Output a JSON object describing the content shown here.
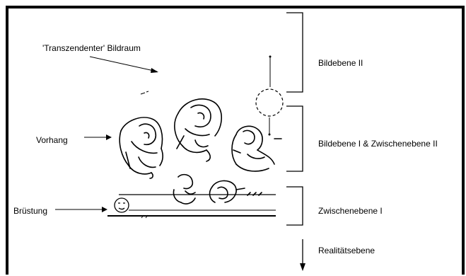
{
  "labels": {
    "transzendent": "'Transzendenter' Bildraum",
    "vorhang": "Vorhang",
    "bruestung": "Brüstung",
    "bildebene_2": "Bildebene II",
    "bildebene_1": "Bildebene I & Zwischenebene II",
    "zwischenebene_1": "Zwischenebene I",
    "realitaetsebene": "Realitätsebene"
  },
  "colors": {
    "line": "#000000",
    "background": "#ffffff"
  }
}
